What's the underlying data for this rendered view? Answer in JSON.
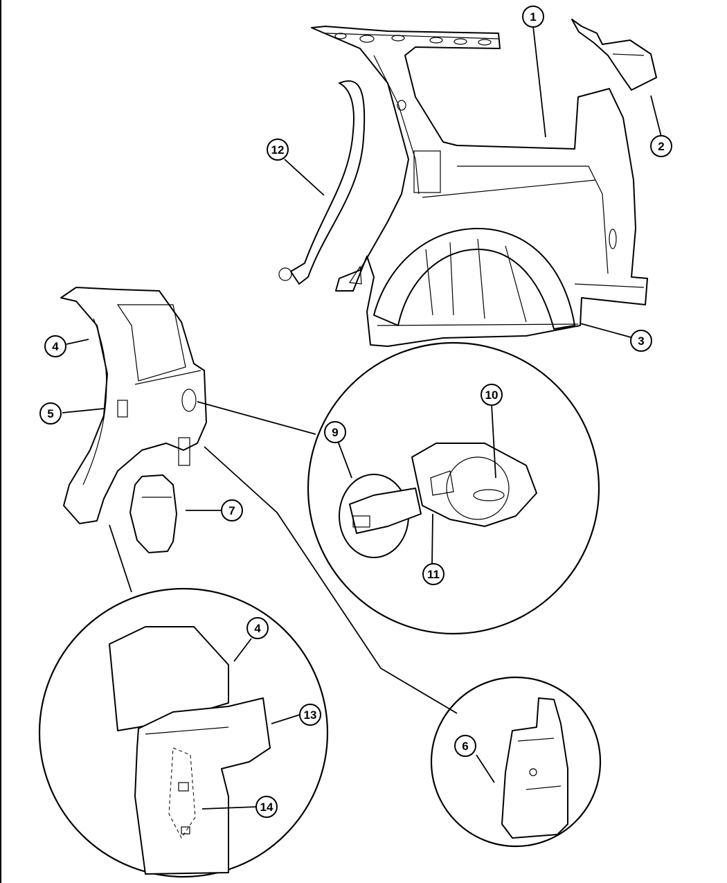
{
  "callouts": [
    {
      "id": "1",
      "label": "1"
    },
    {
      "id": "2",
      "label": "2"
    },
    {
      "id": "3",
      "label": "3"
    },
    {
      "id": "4a",
      "label": "4"
    },
    {
      "id": "5",
      "label": "5"
    },
    {
      "id": "7",
      "label": "7"
    },
    {
      "id": "9",
      "label": "9"
    },
    {
      "id": "10",
      "label": "10"
    },
    {
      "id": "11",
      "label": "11"
    },
    {
      "id": "12",
      "label": "12"
    },
    {
      "id": "4b",
      "label": "4"
    },
    {
      "id": "13",
      "label": "13"
    },
    {
      "id": "14",
      "label": "14"
    },
    {
      "id": "6",
      "label": "6"
    }
  ]
}
